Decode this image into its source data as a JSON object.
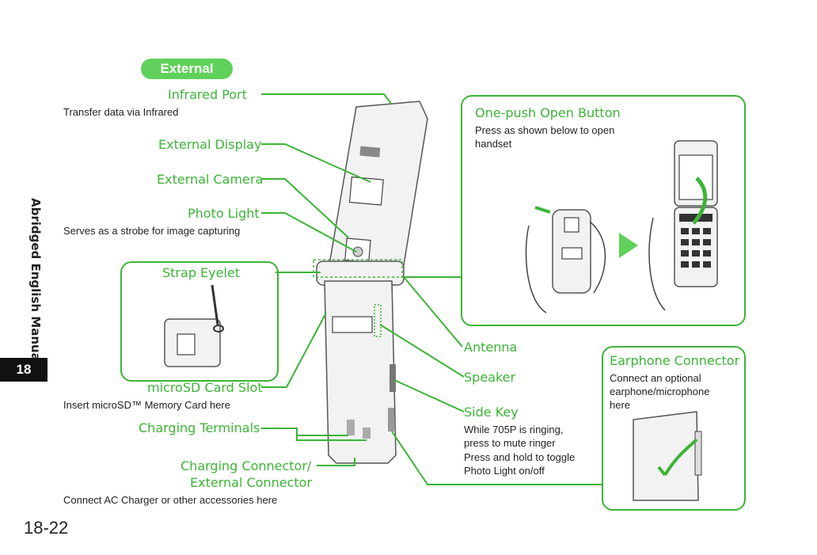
{
  "section_pill": "External",
  "side_title": "Abridged English Manual",
  "chapter_tab": "18",
  "page_number": "18-22",
  "labels": {
    "infrared_port": "Infrared Port",
    "infrared_desc": "Transfer data via Infrared",
    "external_display": "External Display",
    "external_camera": "External Camera",
    "photo_light": "Photo Light",
    "photo_light_desc": "Serves as a strobe for image capturing",
    "strap_eyelet": "Strap Eyelet",
    "microsd": "microSD Card Slot",
    "microsd_desc": "Insert microSD™ Memory Card here",
    "charging_terminals": "Charging Terminals",
    "charging_connector_1": "Charging Connector/",
    "charging_connector_2": "External Connector",
    "charging_connector_desc": "Connect AC Charger or other accessories here",
    "antenna": "Antenna",
    "speaker": "Speaker",
    "side_key": "Side Key",
    "side_key_desc_1": "While 705P is ringing,",
    "side_key_desc_2": "press to mute ringer",
    "side_key_desc_3": "Press and hold to toggle",
    "side_key_desc_4": "Photo Light on/off",
    "one_push": "One-push Open Button",
    "one_push_desc_1": "Press as shown below to open",
    "one_push_desc_2": "handset",
    "earphone": "Earphone Connector",
    "earphone_desc_1": "Connect an optional",
    "earphone_desc_2": "earphone/microphone",
    "earphone_desc_3": "here"
  },
  "colors": {
    "accent": "#3cb436",
    "pill": "#5fd15a",
    "tab": "#111111"
  }
}
